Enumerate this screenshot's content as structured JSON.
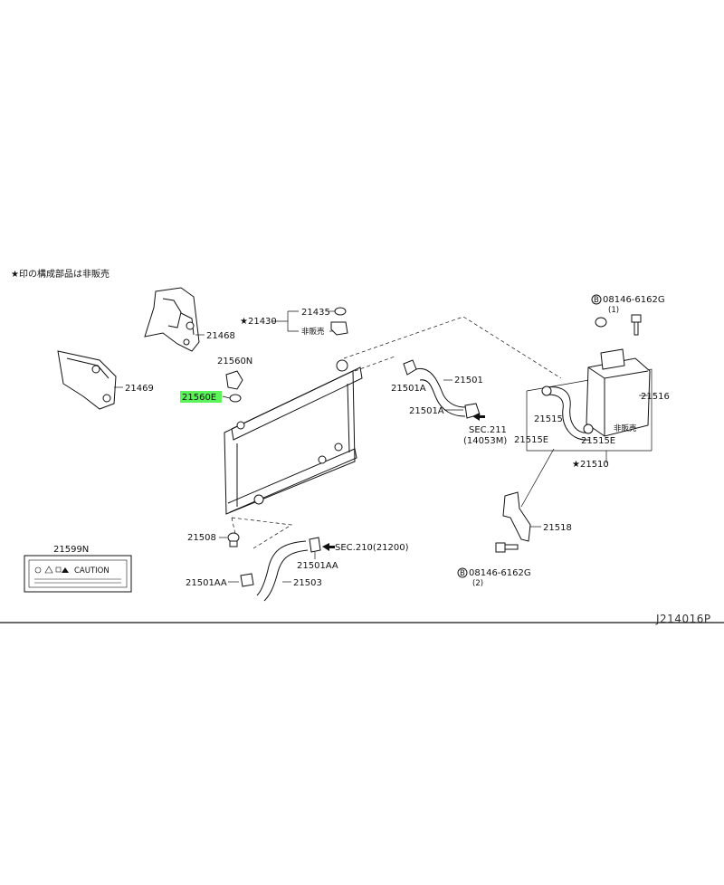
{
  "note": "★印の構成部品は非販売",
  "diagram_code": "J214016P",
  "highlight_color": "#5cf25c",
  "parts": {
    "p21468": "21468",
    "p21469": "21469",
    "p21430": "★21430",
    "p21435": "21435",
    "not_for_sale_1": "非販売",
    "p21560N": "21560N",
    "p21560E": "21560E",
    "p21501_upper": "21501",
    "p21501A_1": "21501A",
    "p21501A_2": "21501A",
    "sec211": "SEC.211",
    "sec211_sub": "(14053M)",
    "p21516": "21516",
    "not_for_sale_2": "非販売",
    "bolt_top": "08146-6162G",
    "bolt_top_qty": "(1)",
    "p21515": "21515",
    "p21515E_1": "21515E",
    "p21515E_2": "21515E",
    "p21510": "★21510",
    "p21518": "21518",
    "bolt_bottom": "08146-6162G",
    "bolt_bottom_qty": "(2)",
    "p21508": "21508",
    "sec210": "SEC.210(21200)",
    "p21501AA_1": "21501AA",
    "p21501AA_2": "21501AA",
    "p21503": "21503",
    "p21599N": "21599N",
    "caution_text": "CAUTION",
    "bolt_marker": "B"
  }
}
